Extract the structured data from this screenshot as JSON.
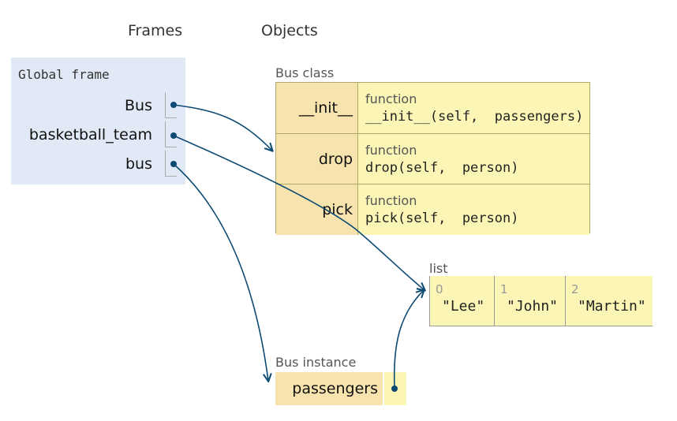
{
  "headings": {
    "frames": "Frames",
    "objects": "Objects"
  },
  "global_frame": {
    "title": "Global frame",
    "variables": [
      {
        "name": "Bus"
      },
      {
        "name": "basketball_team"
      },
      {
        "name": "bus"
      }
    ]
  },
  "bus_class": {
    "label": "Bus class",
    "rows": [
      {
        "key": "__init__",
        "kind": "function",
        "signature": "__init__(self,  passengers)"
      },
      {
        "key": "drop",
        "kind": "function",
        "signature": "drop(self,  person)"
      },
      {
        "key": "pick",
        "kind": "function",
        "signature": "pick(self,  person)"
      }
    ]
  },
  "list_obj": {
    "label": "list",
    "items": [
      {
        "index": "0",
        "value": "\"Lee\""
      },
      {
        "index": "1",
        "value": "\"John\""
      },
      {
        "index": "2",
        "value": "\"Martin\""
      }
    ]
  },
  "bus_instance": {
    "label": "Bus instance",
    "key": "passengers"
  },
  "colors": {
    "arrow": "#0d4a73",
    "frame_bg": "#e2e9f6",
    "key_bg": "#f6e3ad",
    "val_bg": "#fbf6b6"
  }
}
